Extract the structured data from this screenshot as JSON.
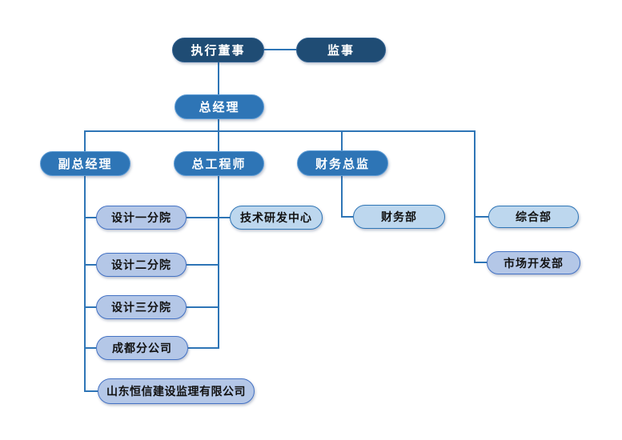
{
  "diagram_type": "org-chart",
  "background_color": "#FFFFFF",
  "palette": {
    "dark_navy_fill": "#1F4C74",
    "medium_blue_fill": "#2E75B6",
    "periwinkle_fill": "#B4C7E7",
    "sky_blue_fill": "#BDD7EE",
    "periwinkle_border": "#4472C4",
    "sky_border": "#2E75B6",
    "connector_line": "#2E75B6",
    "dark_text": "#111111",
    "light_text": "#FFFFFF"
  },
  "nodes": {
    "executive_director": {
      "label": "执行董事",
      "tier": "dark"
    },
    "supervisor": {
      "label": "监事",
      "tier": "dark"
    },
    "general_manager": {
      "label": "总经理",
      "tier": "mid"
    },
    "deputy_general_manager": {
      "label": "副总经理",
      "tier": "mid"
    },
    "chief_engineer": {
      "label": "总工程师",
      "tier": "mid"
    },
    "finance_director": {
      "label": "财务总监",
      "tier": "mid"
    },
    "design_branch_1": {
      "label": "设计一分院",
      "tier": "periwinkle"
    },
    "design_branch_2": {
      "label": "设计二分院",
      "tier": "periwinkle"
    },
    "design_branch_3": {
      "label": "设计三分院",
      "tier": "periwinkle"
    },
    "chengdu_branch": {
      "label": "成都分公司",
      "tier": "periwinkle"
    },
    "shandong_hengxin_supervision": {
      "label": "山东恒信建设监理有限公司",
      "tier": "periwinkle"
    },
    "tech_rd_center": {
      "label": "技术研发中心",
      "tier": "sky"
    },
    "finance_department": {
      "label": "财务部",
      "tier": "sky"
    },
    "general_department": {
      "label": "综合部",
      "tier": "sky"
    },
    "market_development_department": {
      "label": "市场开发部",
      "tier": "periwinkle"
    }
  },
  "edges": [
    {
      "from": "executive_director",
      "to": "supervisor"
    },
    {
      "from": "executive_director",
      "to": "general_manager"
    },
    {
      "from": "general_manager",
      "to": "deputy_general_manager"
    },
    {
      "from": "general_manager",
      "to": "chief_engineer"
    },
    {
      "from": "general_manager",
      "to": "finance_director"
    },
    {
      "from": "general_manager",
      "to": "general_department"
    },
    {
      "from": "general_manager",
      "to": "market_development_department"
    },
    {
      "from": "deputy_general_manager",
      "to": "design_branch_1"
    },
    {
      "from": "deputy_general_manager",
      "to": "design_branch_2"
    },
    {
      "from": "deputy_general_manager",
      "to": "design_branch_3"
    },
    {
      "from": "deputy_general_manager",
      "to": "chengdu_branch"
    },
    {
      "from": "deputy_general_manager",
      "to": "shandong_hengxin_supervision"
    },
    {
      "from": "chief_engineer",
      "to": "tech_rd_center"
    },
    {
      "from": "finance_director",
      "to": "finance_department"
    }
  ]
}
